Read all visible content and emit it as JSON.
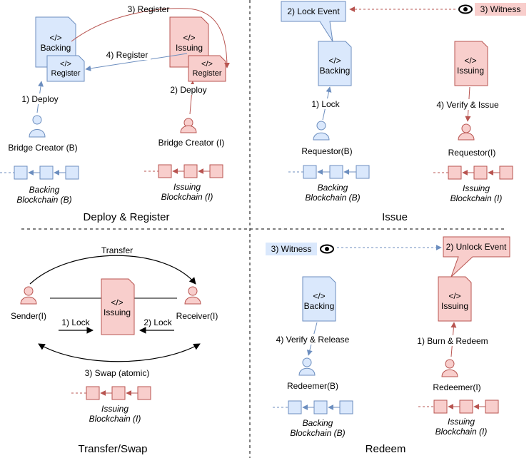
{
  "panels": {
    "deploy": {
      "title": "Deploy & Register",
      "backing_doc": "</>\nBacking",
      "code": "</>",
      "backing": "Backing",
      "issuing": "Issuing",
      "register": "Register",
      "step1": "1) Deploy",
      "step2": "2) Deploy",
      "step3": "3) Register",
      "step4": "4) Register",
      "actor_b": "Bridge Creator (B)",
      "actor_i": "Bridge Creator (I)",
      "chain_b_1": "Backing",
      "chain_b_2": "Blockchain (B)",
      "chain_i_1": "Issuing",
      "chain_i_2": "Blockchain (I)"
    },
    "issue": {
      "title": "Issue",
      "code": "</>",
      "backing": "Backing",
      "issuing": "Issuing",
      "lock_event": "2) Lock Event",
      "witness": "3) Witness",
      "step1": "1) Lock",
      "step4": "4) Verify & Issue",
      "actor_b": "Requestor(B)",
      "actor_i": "Requestor(I)",
      "chain_b_1": "Backing",
      "chain_b_2": "Blockchain (B)",
      "chain_i_1": "Issuing",
      "chain_i_2": "Blockchain (I)"
    },
    "transfer": {
      "title": "Transfer/Swap",
      "code": "</>",
      "issuing": "Issuing",
      "transfer": "Transfer",
      "sender": "Sender(I)",
      "receiver": "Receiver(I)",
      "lock1": "1) Lock",
      "lock2": "2) Lock",
      "swap": "3) Swap (atomic)",
      "chain_i_1": "Issuing",
      "chain_i_2": "Blockchain (I)"
    },
    "redeem": {
      "title": "Redeem",
      "code": "</>",
      "backing": "Backing",
      "issuing": "Issuing",
      "witness": "3) Witness",
      "unlock_event": "2) Unlock Event",
      "step4": "4) Verify & Release",
      "step1": "1) Burn & Redeem",
      "actor_b": "Redeemer(B)",
      "actor_i": "Redeemer(I)",
      "chain_b_1": "Backing",
      "chain_b_2": "Blockchain (B)",
      "chain_i_1": "Issuing",
      "chain_i_2": "Blockchain (I)"
    }
  }
}
